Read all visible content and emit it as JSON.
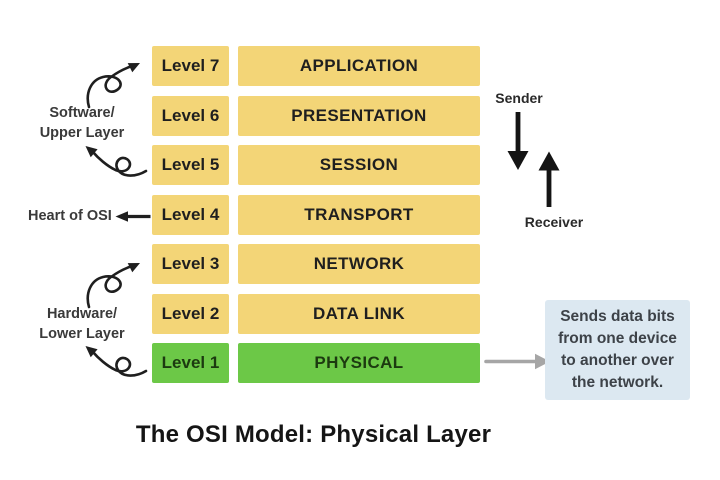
{
  "title": "The OSI Model: Physical Layer",
  "layers": [
    {
      "level": "Level 7",
      "name": "APPLICATION"
    },
    {
      "level": "Level 6",
      "name": "PRESENTATION"
    },
    {
      "level": "Level 5",
      "name": "SESSION"
    },
    {
      "level": "Level 4",
      "name": "TRANSPORT"
    },
    {
      "level": "Level 3",
      "name": "NETWORK"
    },
    {
      "level": "Level 2",
      "name": "DATA LINK"
    },
    {
      "level": "Level 1",
      "name": "PHYSICAL"
    }
  ],
  "annotations": {
    "software_group": {
      "line1": "Software/",
      "line2": "Upper Layer"
    },
    "hardware_group": {
      "line1": "Hardware/",
      "line2": "Lower Layer"
    },
    "heart_label": "Heart of OSI",
    "sender_label": "Sender",
    "receiver_label": "Receiver",
    "callout_text": "Sends data bits from one device to another over the network."
  },
  "colors": {
    "layer_yellow": "#F3D577",
    "layer_green": "#6CC847",
    "callout_blue": "#DCE8F1",
    "callout_arrow_gray": "#A6A6A6",
    "ink_black": "#1F1F1F"
  }
}
